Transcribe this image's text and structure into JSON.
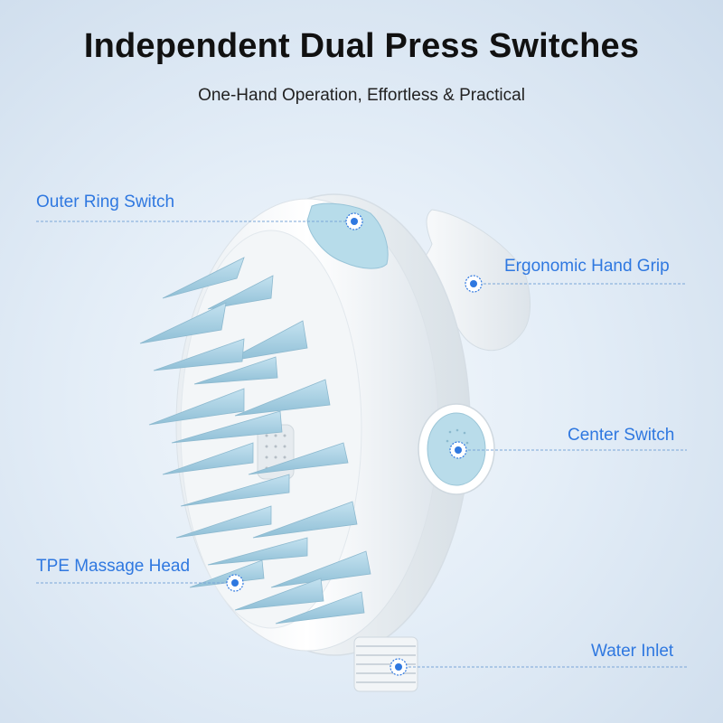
{
  "header": {
    "title": "Independent Dual Press Switches",
    "subtitle": "One-Hand Operation, Effortless & Practical"
  },
  "callouts": {
    "outer_ring_switch": "Outer Ring Switch",
    "ergonomic_hand_grip": "Ergonomic Hand Grip",
    "center_switch": "Center Switch",
    "tpe_massage_head": "TPE Massage Head",
    "water_inlet": "Water Inlet"
  },
  "colors": {
    "accent": "#2f78e0",
    "bristle": "#a9d2e6",
    "body": "#ffffff"
  }
}
